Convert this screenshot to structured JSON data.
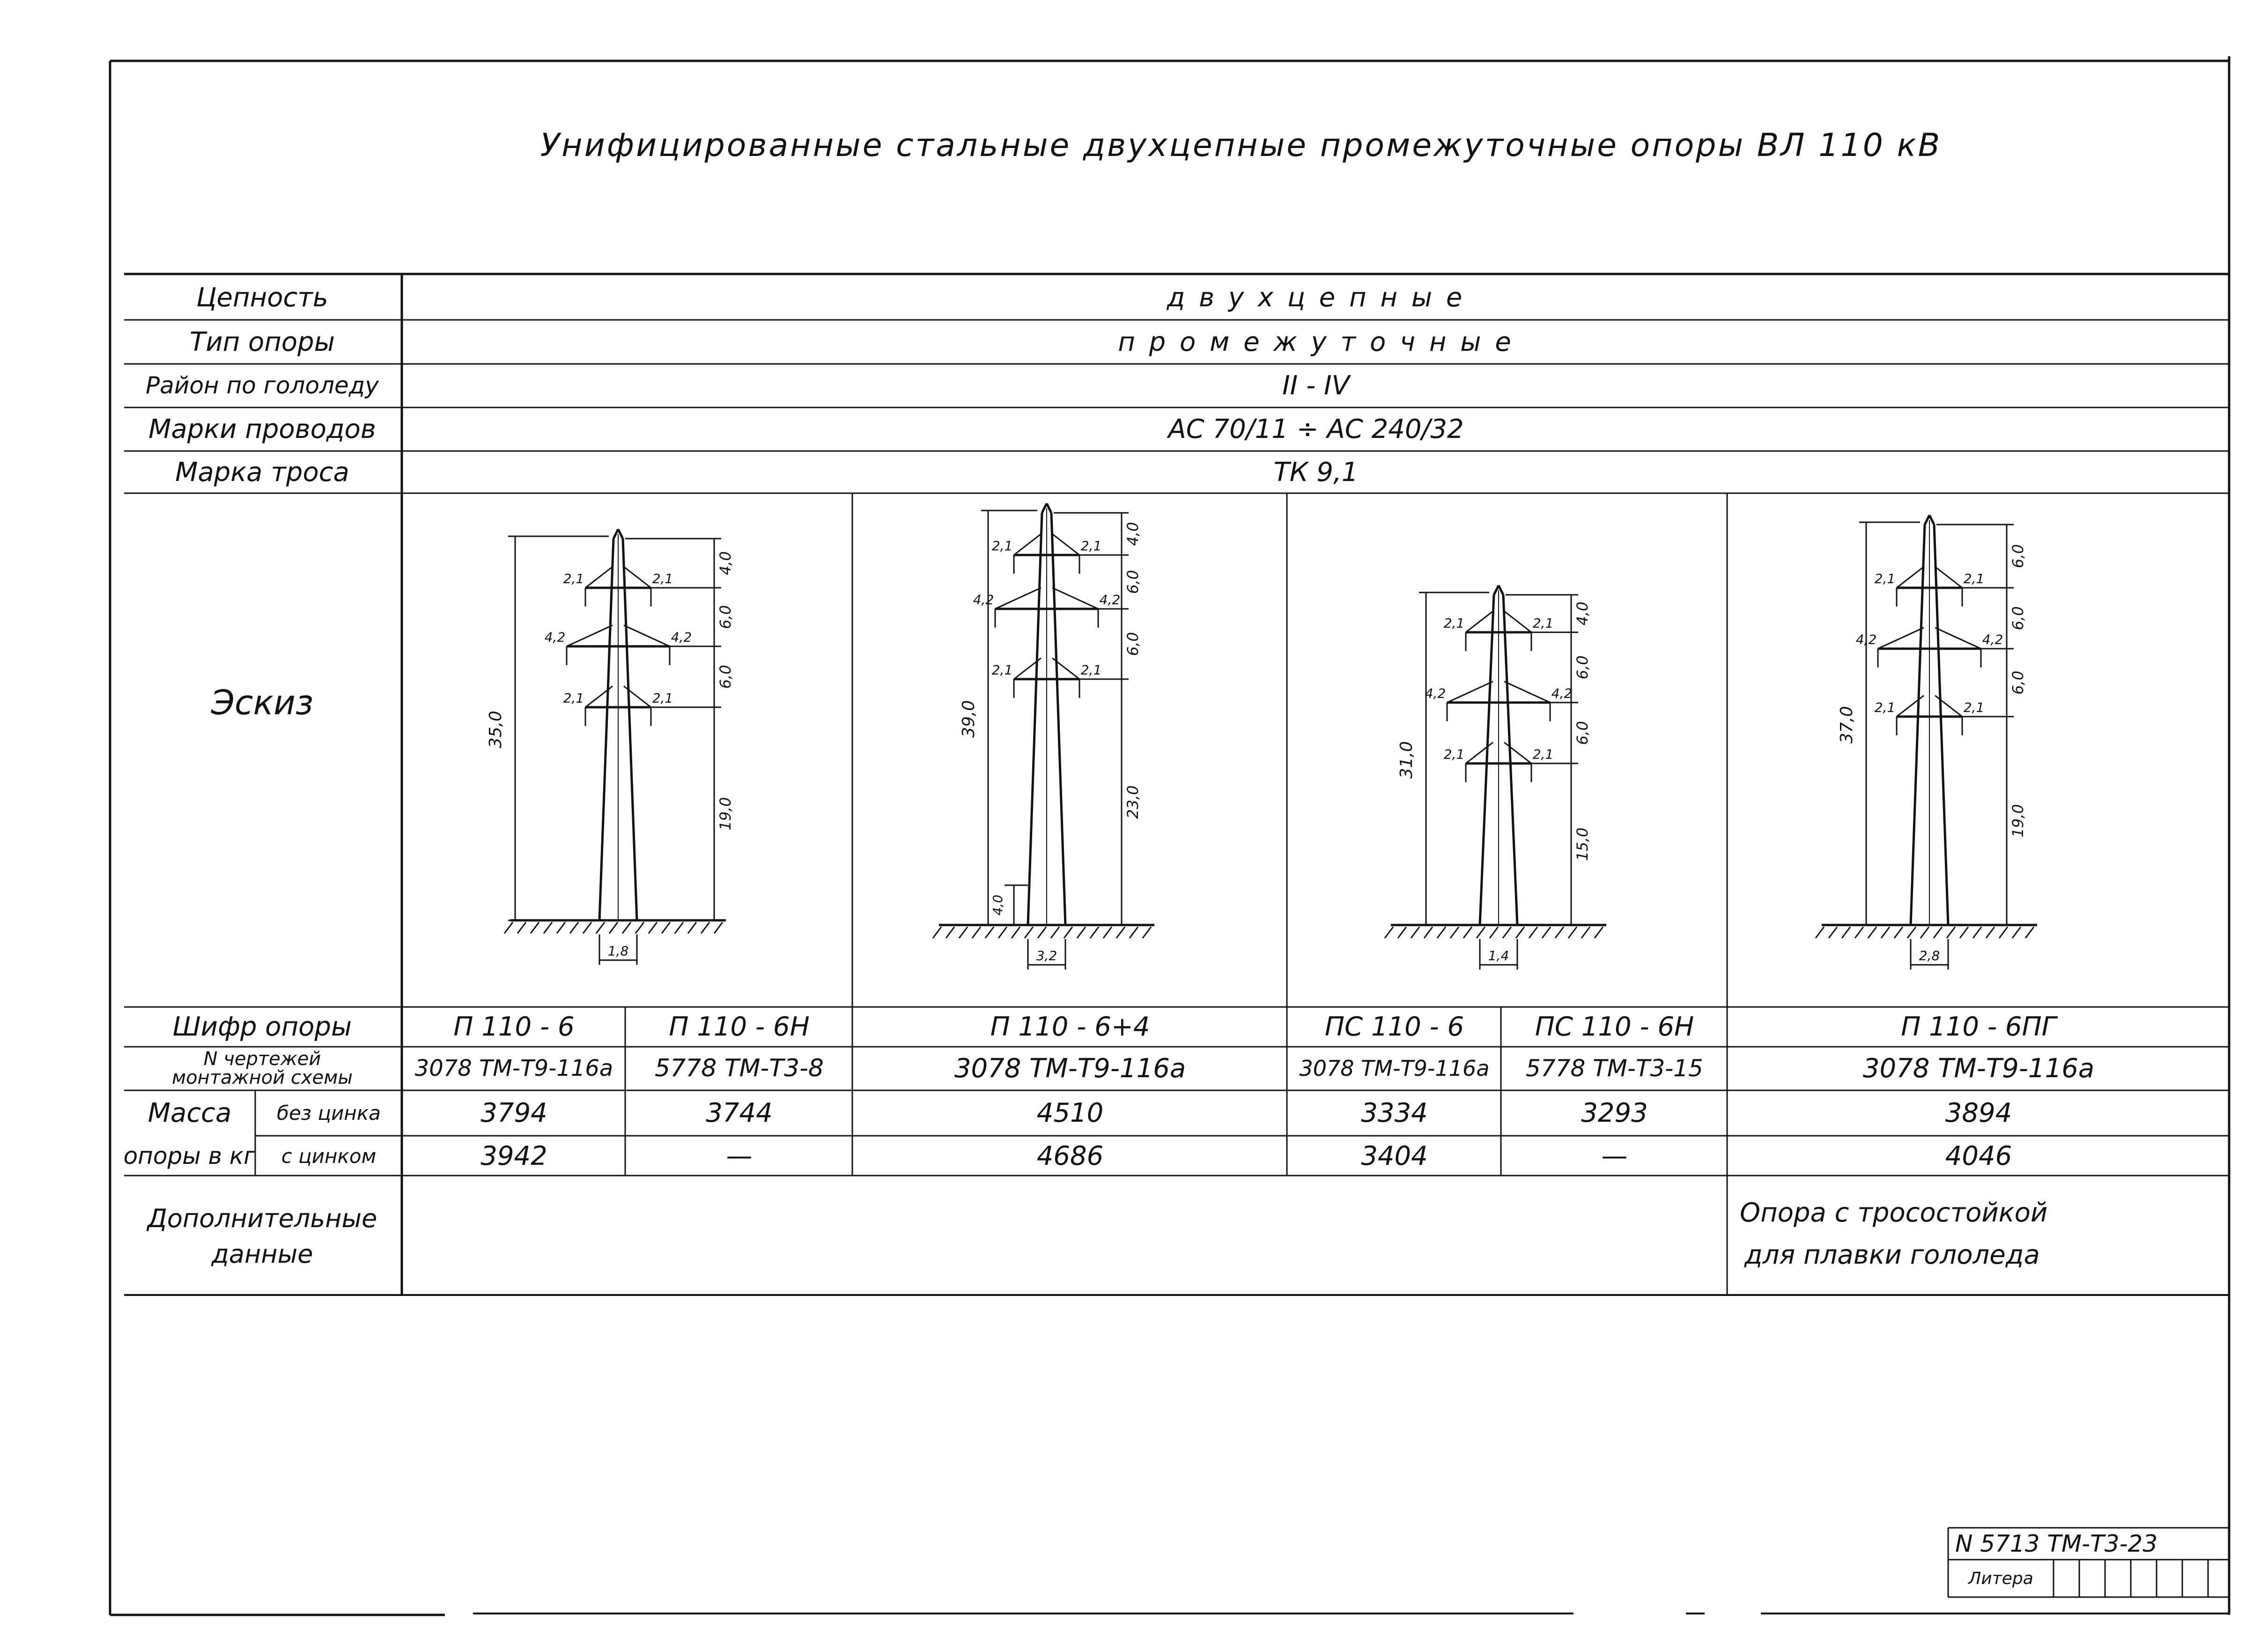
{
  "title": "Унифицированные стальные двухцепные промежуточные опоры ВЛ 110 кВ",
  "rows": {
    "chain": {
      "label": "Цепность",
      "value": "д в у х ц е п н ы е"
    },
    "type": {
      "label": "Тип опоры",
      "value": "п р о м е ж у т о ч н ы е"
    },
    "ice": {
      "label": "Район по гололеду",
      "value": "II - IV"
    },
    "wires": {
      "label": "Марки проводов",
      "value": "АС 70/11  ÷  АС 240/32"
    },
    "rope": {
      "label": "Марка троса",
      "value": "ТК 9,1"
    },
    "sketch": {
      "label": "Эскиз"
    }
  },
  "code_row": {
    "label": "Шифр опоры",
    "values": [
      "П 110 - 6",
      "П 110 - 6Н",
      "П 110 - 6+4",
      "ПС 110 - 6",
      "ПС 110 - 6Н",
      "П 110 - 6ПГ"
    ]
  },
  "drawing_row": {
    "label_line1": "N чертежей",
    "label_line2": "монтажной схемы",
    "values": [
      "3078 ТМ-Т9-116а",
      "5778 ТМ-Т3-8",
      "3078 ТМ-Т9-116а",
      "3078 ТМ-Т9-116а",
      "5778 ТМ-Т3-15",
      "3078 ТМ-Т9-116а"
    ]
  },
  "mass": {
    "label_line1": "Масса",
    "label_line2": "опоры в кг",
    "no_zinc_label": "без цинка",
    "zinc_label": "с цинком",
    "no_zinc_values": [
      "3794",
      "3744",
      "4510",
      "3334",
      "3293",
      "3894"
    ],
    "zinc_values": [
      "3942",
      "—",
      "4686",
      "3404",
      "—",
      "4046"
    ]
  },
  "extra": {
    "label_line1": "Дополнительные",
    "label_line2": "данные",
    "note_line1": "Опора с тросостойкой",
    "note_line2": "для плавки гололеда"
  },
  "towers": [
    {
      "height": "35,0",
      "top": "4,0",
      "mid1": "6,0",
      "mid2": "6,0",
      "bottom": "19,0",
      "arm_upper": "2,1",
      "arm_mid": "4,2",
      "arm_lower": "2,1",
      "base": "1,8"
    },
    {
      "height": "39,0",
      "top": "4,0",
      "mid1": "6,0",
      "mid2": "6,0",
      "bottom": "23,0",
      "arm_upper": "2,1",
      "arm_mid": "4,2",
      "arm_lower": "2,1",
      "base": "3,2",
      "extension": "4,0"
    },
    {
      "height": "31,0",
      "top": "4,0",
      "mid1": "6,0",
      "mid2": "6,0",
      "bottom": "15,0",
      "arm_upper": "2,1",
      "arm_mid": "4,2",
      "arm_lower": "2,1",
      "base": "1,4"
    },
    {
      "height": "37,0",
      "top": "6,0",
      "mid1": "6,0",
      "mid2": "6,0",
      "bottom": "19,0",
      "arm_upper": "2,1",
      "arm_mid": "4,2",
      "arm_lower": "2,1",
      "base": "2,8"
    }
  ],
  "stamp": {
    "number": "N 5713 ТМ-Т3-23",
    "litera": "Литера"
  }
}
